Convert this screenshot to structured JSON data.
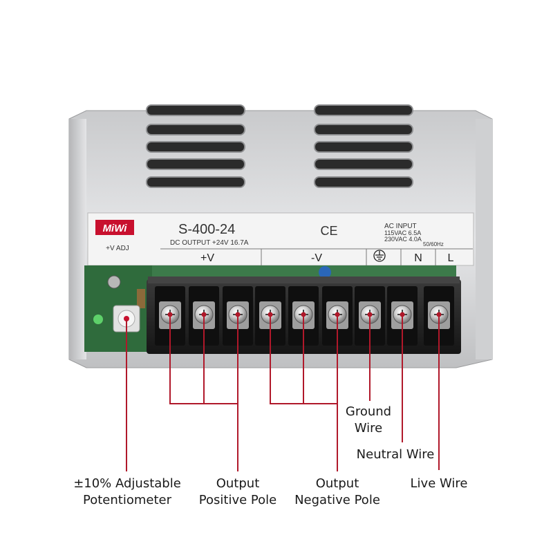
{
  "label": {
    "brand": "MiWi",
    "model": "S-400-24",
    "ce_mark": "CE",
    "dc_output": "DC OUTPUT +24V  16.7A",
    "ac_input_title": "AC INPUT",
    "ac_input_115": "115VAC     6.5A",
    "ac_input_230": "230VAC     4.0A",
    "frequency": "50/60Hz",
    "adj": "+V ADJ",
    "terminal_pos": "+V",
    "terminal_neg": "-V",
    "terminal_n": "N",
    "terminal_l": "L"
  },
  "callouts": {
    "potentiometer": [
      "±10% Adjustable",
      "Potentiometer"
    ],
    "output_positive": [
      "Output",
      "Positive Pole"
    ],
    "output_negative": [
      "Output",
      "Negative Pole"
    ],
    "ground": [
      "Ground",
      "Wire"
    ],
    "neutral": "Neutral Wire",
    "live": "Live Wire"
  },
  "colors": {
    "leader_line": "#b0182a",
    "terminal_block": "#2a2a2a",
    "pcb": "#2f6b3c",
    "chassis": "#d9dadc"
  }
}
